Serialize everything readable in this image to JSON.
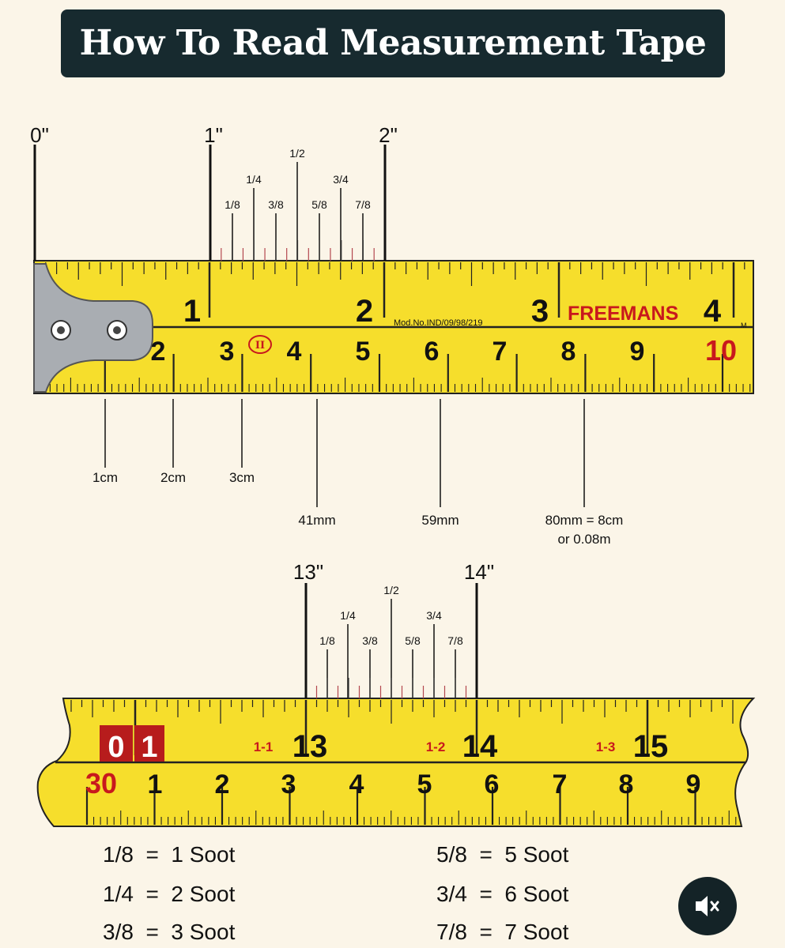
{
  "title": "How To Read Measurement Tape",
  "tape1": {
    "inch_labels": [
      "0\"",
      "1\"",
      "2\""
    ],
    "fraction_labels": [
      "1/8",
      "1/4",
      "3/8",
      "1/2",
      "5/8",
      "3/4",
      "7/8"
    ],
    "inch_numbers": [
      "1",
      "2",
      "3",
      "4"
    ],
    "cm_numbers": [
      "2",
      "3",
      "4",
      "5",
      "6",
      "7",
      "8",
      "9",
      "10"
    ],
    "model_text": "Mod.No.IND/09/98/219",
    "brand": "FREEMANS",
    "badge": "II",
    "edge_text": "M",
    "callouts": [
      "1cm",
      "2cm",
      "3cm",
      "41mm",
      "59mm",
      "80mm = 8cm",
      "or 0.08m"
    ]
  },
  "tape2": {
    "inch_labels": [
      "13\"",
      "14\""
    ],
    "fraction_labels": [
      "1/8",
      "1/4",
      "3/8",
      "1/2",
      "5/8",
      "3/4",
      "7/8"
    ],
    "start_box": [
      "0",
      "1"
    ],
    "top_numbers": [
      "13",
      "14",
      "15"
    ],
    "foot_marks": [
      "1-1",
      "1-2",
      "1-3"
    ],
    "bottom_numbers": [
      "30",
      "1",
      "2",
      "3",
      "4",
      "5",
      "6",
      "7",
      "8",
      "9"
    ]
  },
  "legend": [
    {
      "left": "1/8  =  1 Soot",
      "right": "5/8  =  5 Soot"
    },
    {
      "left": "1/4  =  2 Soot",
      "right": "3/4  =  6 Soot"
    },
    {
      "left": "3/8  =  3 Soot",
      "right": "7/8  =  7 Soot"
    }
  ],
  "colors": {
    "tape": "#f6de2c",
    "ink": "#111111",
    "red": "#c8191d",
    "badge_bg": "#b71c1c",
    "title_bg": "#172a2f"
  },
  "mute_icon": "speaker-muted-icon"
}
